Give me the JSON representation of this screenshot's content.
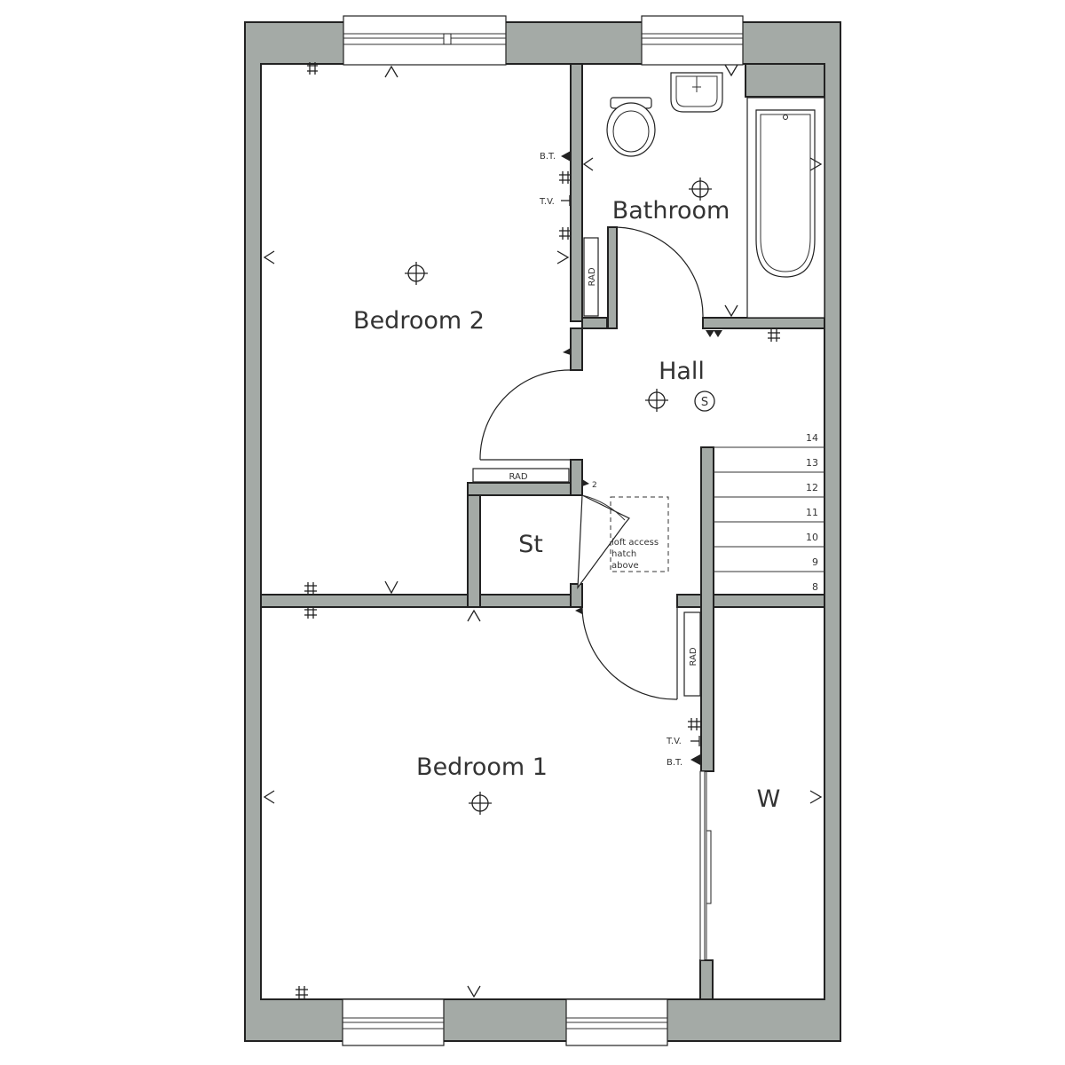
{
  "rooms": {
    "bedroom2": "Bedroom 2",
    "bathroom": "Bathroom",
    "hall": "Hall",
    "store": "St",
    "bedroom1": "Bedroom 1",
    "wardrobe": "W"
  },
  "labels": {
    "bt": "B.T.",
    "tv": "T.V.",
    "rad": "RAD",
    "smoke": "S",
    "loft_line1": "loft access",
    "loft_line2": "hatch",
    "loft_line3": "above",
    "two": "2"
  },
  "stairs": {
    "steps": [
      "14",
      "13",
      "12",
      "11",
      "10",
      "9",
      "8"
    ]
  },
  "icons": [
    "ceiling-light-icon",
    "socket-icon",
    "radiator-icon",
    "smoke-detector-icon",
    "door-swing-icon",
    "window-icon",
    "toilet-icon",
    "basin-icon",
    "bath-icon"
  ]
}
